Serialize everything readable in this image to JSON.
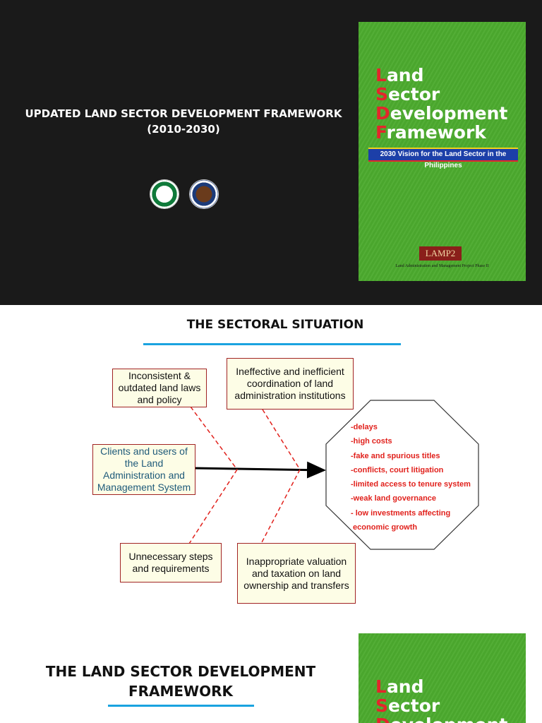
{
  "slide1": {
    "title_line1": "UPDATED LAND SECTOR DEVELOPMENT FRAMEWORK",
    "title_line2": "(2010-2030)",
    "seals": [
      "agency-seal-icon",
      "agency-seal-icon"
    ]
  },
  "cover": {
    "lines": [
      {
        "cap": "L",
        "rest": "and"
      },
      {
        "cap": "S",
        "rest": "ector"
      },
      {
        "cap": "D",
        "rest": "evelopment"
      },
      {
        "cap": "F",
        "rest": "ramework"
      }
    ],
    "vision": "2030 Vision for the Land Sector in the Philippines",
    "lamp_logo": "LAMP2",
    "lamp_desc": "Land Administration and Management Project Phase II",
    "colors": {
      "background": "#4cab2e",
      "cap": "#e3262b",
      "vision_band": "#1c3fa8"
    }
  },
  "slide2": {
    "title": "THE SECTORAL SITUATION",
    "causes": {
      "laws": "Inconsistent & outdated land laws and policy",
      "coordination": "Ineffective and inefficient coordination of land administration institutions",
      "clients": "Clients and users of the Land Administration and Management System",
      "steps": "Unnecessary steps and requirements",
      "valuation": "Inappropriate valuation and taxation on land ownership and transfers"
    },
    "effects": [
      "-delays",
      "-high costs",
      "-fake and spurious titles",
      "-conflicts, court litigation",
      "-limited access to tenure system",
      "-weak land governance",
      "- low investments affecting",
      " economic growth"
    ],
    "colors": {
      "accent_rule": "#1aa3e0",
      "effects_text": "#e1211c",
      "box_border": "#a12323",
      "box_fill": "#fdfde6"
    }
  },
  "slide3": {
    "title_line1": "THE LAND SECTOR DEVELOPMENT",
    "title_line2": "FRAMEWORK"
  }
}
